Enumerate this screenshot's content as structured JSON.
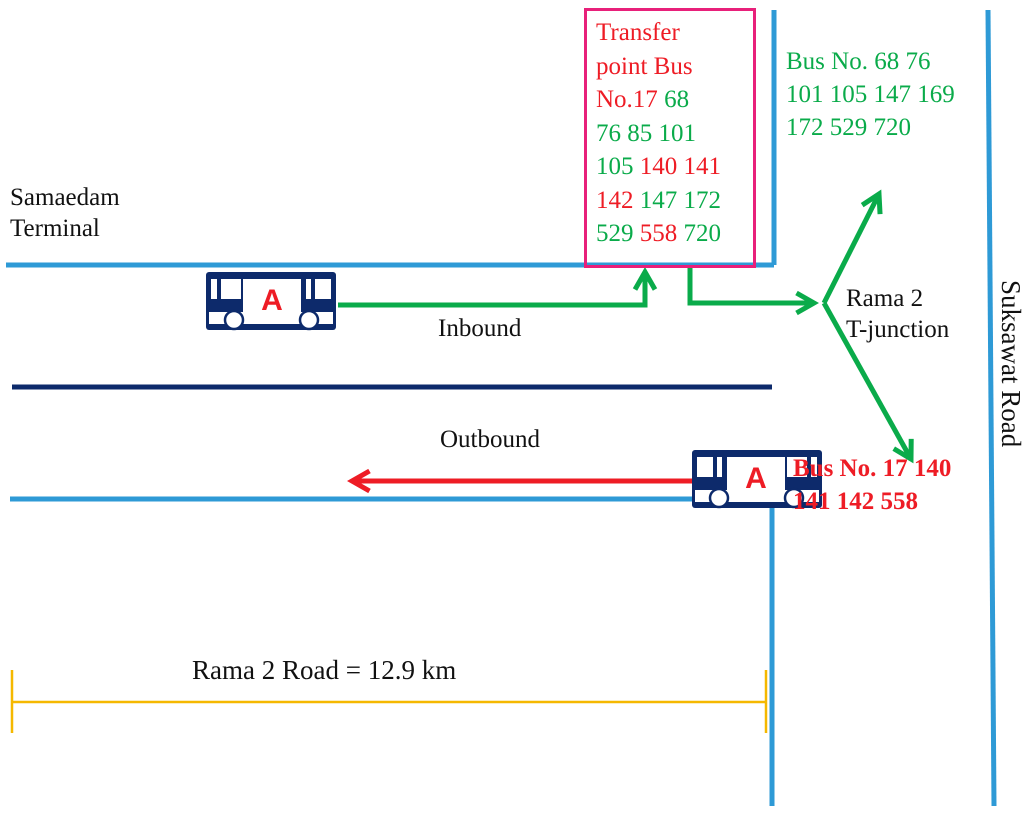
{
  "colors": {
    "road_blue": "#2e9ad6",
    "median_navy": "#0d2a6b",
    "inbound_green": "#0aab4a",
    "outbound_red": "#ee1c25",
    "box_pink": "#e8207a",
    "scale_orange": "#f5b800",
    "bus_navy": "#0d2a6b"
  },
  "icons": {
    "inbound_bus": "bus-icon",
    "outbound_bus": "bus-icon",
    "bus_badge": "A"
  },
  "labels": {
    "terminal": [
      "Samaedam",
      "Terminal"
    ],
    "inbound": "Inbound",
    "outbound": "Outbound",
    "junction": [
      "Rama 2",
      "T-junction"
    ],
    "side_road": "Suksawat Road",
    "scale": "Rama 2 Road = 12.9 km"
  },
  "transfer_point": {
    "lines": [
      [
        {
          "text": "Transfer",
          "color": "red"
        }
      ],
      [
        {
          "text": "point Bus",
          "color": "red"
        }
      ],
      [
        {
          "text": "No.17 ",
          "color": "red"
        },
        {
          "text": "68",
          "color": "green"
        }
      ],
      [
        {
          "text": "76 85 101",
          "color": "green"
        }
      ],
      [
        {
          "text": "105 ",
          "color": "green"
        },
        {
          "text": "140 141",
          "color": "red"
        }
      ],
      [
        {
          "text": "142 ",
          "color": "red"
        },
        {
          "text": "147 172",
          "color": "green"
        }
      ],
      [
        {
          "text": "529 ",
          "color": "green"
        },
        {
          "text": "558 ",
          "color": "red"
        },
        {
          "text": "720",
          "color": "green"
        }
      ]
    ]
  },
  "green_buses": {
    "lines": [
      "Bus No. 68 76",
      "101 105 147 169",
      "172 529 720"
    ]
  },
  "red_buses": {
    "lines": [
      "Bus No. 17 140",
      "141 142 558"
    ]
  }
}
